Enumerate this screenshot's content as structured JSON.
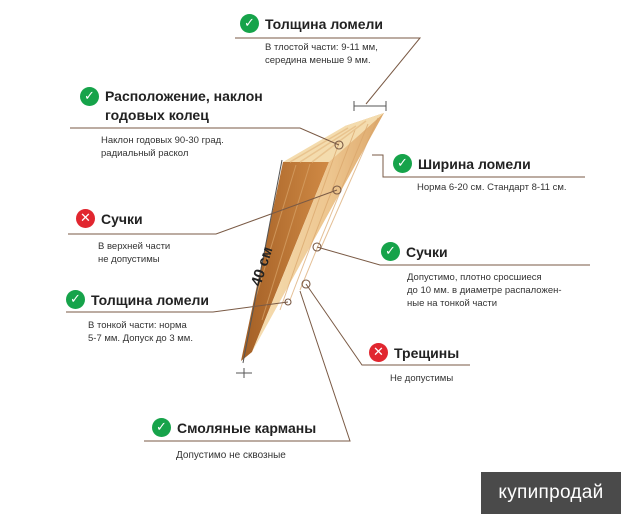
{
  "callouts": [
    {
      "id": "thickness-top",
      "status": "ok",
      "title": "Толщина ломели",
      "lines": [
        "В тлостой части: 9-11 мм,",
        "середина меньше 9 мм."
      ]
    },
    {
      "id": "rings",
      "status": "ok",
      "title": [
        "Расположение, наклон",
        "годовых колец"
      ],
      "lines": [
        "Наклон годовых 90-30 град.",
        "радиальный раскол"
      ]
    },
    {
      "id": "width",
      "status": "ok",
      "title": "Ширина ломели",
      "lines": [
        "Норма 6-20 см. Стандарт 8-11 см."
      ]
    },
    {
      "id": "knots-bad",
      "status": "bad",
      "title": "Сучки",
      "lines": [
        "В верхней части",
        "не допустимы"
      ]
    },
    {
      "id": "knots-ok",
      "status": "ok",
      "title": "Сучки",
      "lines": [
        "Допустимо, плотно сросшиеся",
        "до 10 мм. в диаметре распаложен-",
        "ные на тонкой части"
      ]
    },
    {
      "id": "thickness-bottom",
      "status": "ok",
      "title": "Толщина ломели",
      "lines": [
        "В тонкой части: норма",
        "5-7 мм. Допуск до 3 мм."
      ]
    },
    {
      "id": "cracks",
      "status": "bad",
      "title": "Трещины",
      "lines": [
        "Не допустимы"
      ]
    },
    {
      "id": "resin",
      "status": "ok",
      "title": "Смоляные карманы",
      "lines": [
        "Допустимо не сквозные"
      ]
    }
  ],
  "dimension_label": "40 см",
  "watermark": "купипродай",
  "colors": {
    "ok": "#16a34a",
    "bad": "#e1262f",
    "leader": "#7a5a45",
    "wood_light": "#f3d7a8",
    "wood_dark": "#b8743a"
  }
}
